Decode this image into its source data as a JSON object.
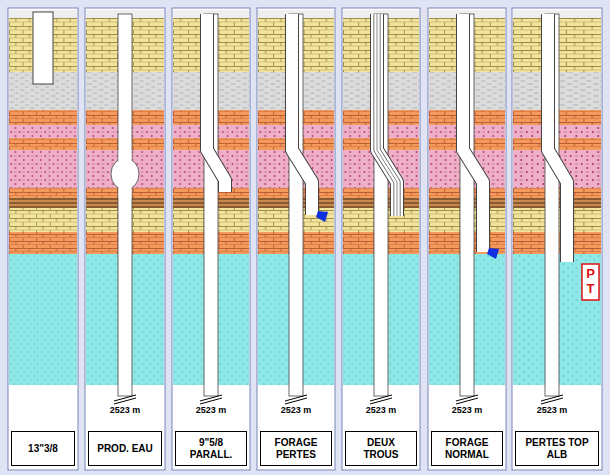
{
  "diagram": {
    "nodes": [
      {
        "text": [
          "13\"3/8"
        ]
      },
      {
        "text": [
          "PROD. EAU"
        ]
      },
      {
        "text": [
          "9\"5/8 PARALL."
        ]
      },
      {
        "text": [
          "FORAGE PERTES"
        ]
      },
      {
        "text": [
          "DEUX TROUS"
        ]
      },
      {
        "text": [
          "FORAGE NORMAL"
        ]
      },
      {
        "text": [
          "PERTES TOP ALB"
        ]
      }
    ],
    "labels": [
      "2523 m",
      "2523 m",
      "2523 m",
      "2523 m",
      "2523 m",
      "2523 m",
      "P",
      "T"
    ]
  }
}
